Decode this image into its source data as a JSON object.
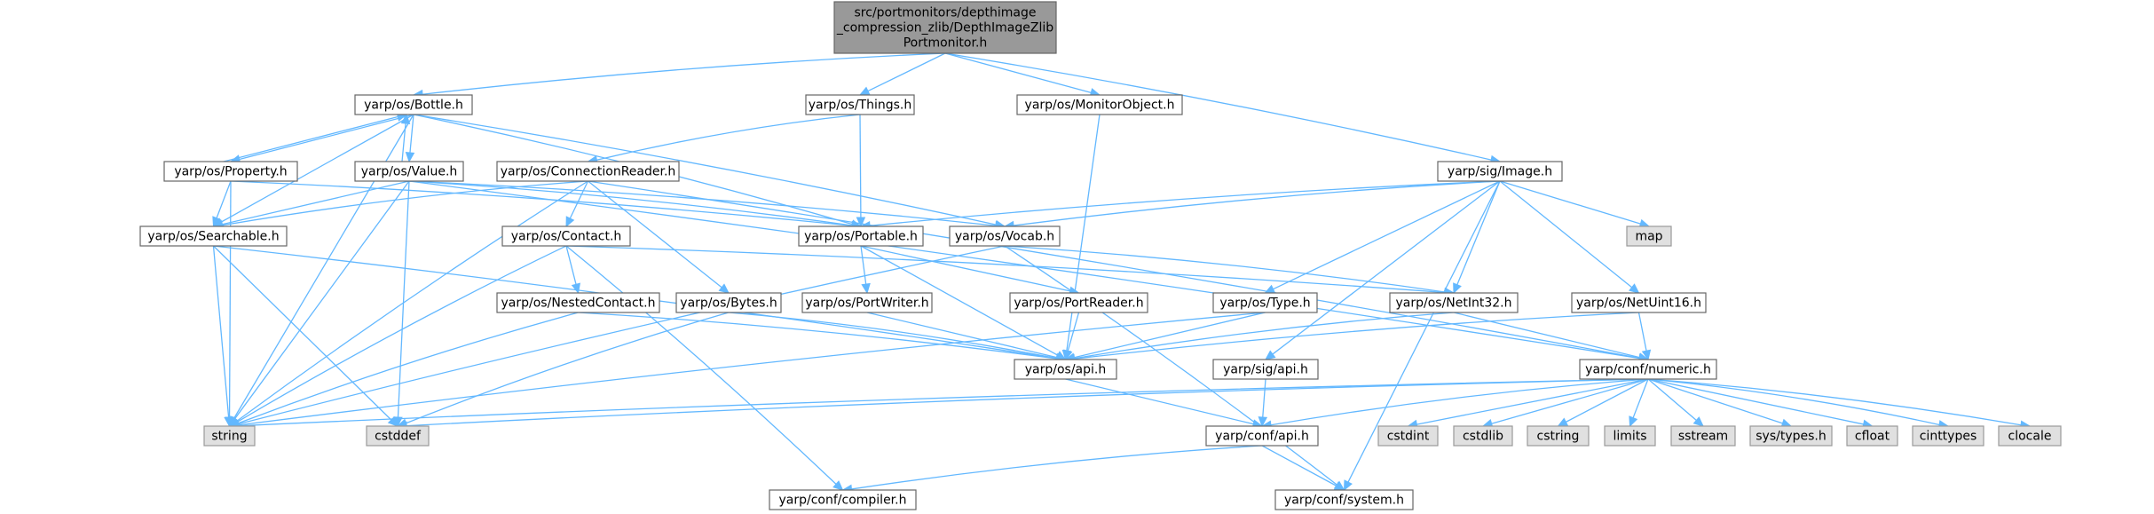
{
  "diagram": {
    "type": "include-dependency-graph",
    "colors": {
      "edge": "#63b8ff",
      "root_fill": "#999999",
      "node_fill": "#ffffff",
      "system_fill": "#e0e0e0",
      "border": "#666666"
    },
    "nodes": [
      {
        "id": "root",
        "lines": [
          "src/portmonitors/depthimage",
          "_compression_zlib/DepthImageZlib",
          "Portmonitor.h"
        ],
        "kind": "root"
      },
      {
        "id": "bottle",
        "lines": [
          "yarp/os/Bottle.h"
        ],
        "kind": "normal"
      },
      {
        "id": "things",
        "lines": [
          "yarp/os/Things.h"
        ],
        "kind": "normal"
      },
      {
        "id": "monitorobject",
        "lines": [
          "yarp/os/MonitorObject.h"
        ],
        "kind": "normal"
      },
      {
        "id": "image",
        "lines": [
          "yarp/sig/Image.h"
        ],
        "kind": "normal"
      },
      {
        "id": "property",
        "lines": [
          "yarp/os/Property.h"
        ],
        "kind": "normal"
      },
      {
        "id": "value",
        "lines": [
          "yarp/os/Value.h"
        ],
        "kind": "normal"
      },
      {
        "id": "connectionreader",
        "lines": [
          "yarp/os/ConnectionReader.h"
        ],
        "kind": "normal"
      },
      {
        "id": "searchable",
        "lines": [
          "yarp/os/Searchable.h"
        ],
        "kind": "normal"
      },
      {
        "id": "contact",
        "lines": [
          "yarp/os/Contact.h"
        ],
        "kind": "normal"
      },
      {
        "id": "portable",
        "lines": [
          "yarp/os/Portable.h"
        ],
        "kind": "normal"
      },
      {
        "id": "vocab",
        "lines": [
          "yarp/os/Vocab.h"
        ],
        "kind": "normal"
      },
      {
        "id": "map",
        "lines": [
          "map"
        ],
        "kind": "system"
      },
      {
        "id": "nestedcontact",
        "lines": [
          "yarp/os/NestedContact.h"
        ],
        "kind": "normal"
      },
      {
        "id": "bytes",
        "lines": [
          "yarp/os/Bytes.h"
        ],
        "kind": "normal"
      },
      {
        "id": "portwriter",
        "lines": [
          "yarp/os/PortWriter.h"
        ],
        "kind": "normal"
      },
      {
        "id": "portreader",
        "lines": [
          "yarp/os/PortReader.h"
        ],
        "kind": "normal"
      },
      {
        "id": "type",
        "lines": [
          "yarp/os/Type.h"
        ],
        "kind": "normal"
      },
      {
        "id": "netint32",
        "lines": [
          "yarp/os/NetInt32.h"
        ],
        "kind": "normal"
      },
      {
        "id": "netuint16",
        "lines": [
          "yarp/os/NetUint16.h"
        ],
        "kind": "normal"
      },
      {
        "id": "osapi",
        "lines": [
          "yarp/os/api.h"
        ],
        "kind": "normal"
      },
      {
        "id": "sigapi",
        "lines": [
          "yarp/sig/api.h"
        ],
        "kind": "normal"
      },
      {
        "id": "numeric",
        "lines": [
          "yarp/conf/numeric.h"
        ],
        "kind": "normal"
      },
      {
        "id": "string",
        "lines": [
          "string"
        ],
        "kind": "system"
      },
      {
        "id": "cstddef",
        "lines": [
          "cstddef"
        ],
        "kind": "system"
      },
      {
        "id": "confapi",
        "lines": [
          "yarp/conf/api.h"
        ],
        "kind": "normal"
      },
      {
        "id": "cstdint",
        "lines": [
          "cstdint"
        ],
        "kind": "system"
      },
      {
        "id": "cstdlib",
        "lines": [
          "cstdlib"
        ],
        "kind": "system"
      },
      {
        "id": "cstring",
        "lines": [
          "cstring"
        ],
        "kind": "system"
      },
      {
        "id": "limits",
        "lines": [
          "limits"
        ],
        "kind": "system"
      },
      {
        "id": "sstream",
        "lines": [
          "sstream"
        ],
        "kind": "system"
      },
      {
        "id": "systypes",
        "lines": [
          "sys/types.h"
        ],
        "kind": "system"
      },
      {
        "id": "cfloat",
        "lines": [
          "cfloat"
        ],
        "kind": "system"
      },
      {
        "id": "cinttypes",
        "lines": [
          "cinttypes"
        ],
        "kind": "system"
      },
      {
        "id": "clocale",
        "lines": [
          "clocale"
        ],
        "kind": "system"
      },
      {
        "id": "compiler",
        "lines": [
          "yarp/conf/compiler.h"
        ],
        "kind": "normal"
      },
      {
        "id": "system",
        "lines": [
          "yarp/conf/system.h"
        ],
        "kind": "normal"
      }
    ],
    "edges": [
      {
        "from": "root",
        "to": "bottle"
      },
      {
        "from": "root",
        "to": "things"
      },
      {
        "from": "root",
        "to": "monitorobject"
      },
      {
        "from": "root",
        "to": "image"
      },
      {
        "from": "bottle",
        "to": "property"
      },
      {
        "from": "bottle",
        "to": "value"
      },
      {
        "from": "bottle",
        "to": "searchable"
      },
      {
        "from": "bottle",
        "to": "portable"
      },
      {
        "from": "bottle",
        "to": "vocab"
      },
      {
        "from": "bottle",
        "to": "string"
      },
      {
        "from": "property",
        "to": "bottle"
      },
      {
        "from": "property",
        "to": "searchable"
      },
      {
        "from": "property",
        "to": "portable"
      },
      {
        "from": "property",
        "to": "string"
      },
      {
        "from": "value",
        "to": "bottle"
      },
      {
        "from": "value",
        "to": "searchable"
      },
      {
        "from": "value",
        "to": "portable"
      },
      {
        "from": "value",
        "to": "vocab"
      },
      {
        "from": "value",
        "to": "numeric"
      },
      {
        "from": "value",
        "to": "cstddef"
      },
      {
        "from": "value",
        "to": "string"
      },
      {
        "from": "things",
        "to": "connectionreader"
      },
      {
        "from": "things",
        "to": "portable"
      },
      {
        "from": "monitorobject",
        "to": "osapi"
      },
      {
        "from": "connectionreader",
        "to": "searchable"
      },
      {
        "from": "connectionreader",
        "to": "contact"
      },
      {
        "from": "connectionreader",
        "to": "bytes"
      },
      {
        "from": "connectionreader",
        "to": "numeric"
      },
      {
        "from": "connectionreader",
        "to": "string"
      },
      {
        "from": "image",
        "to": "portable"
      },
      {
        "from": "image",
        "to": "vocab"
      },
      {
        "from": "image",
        "to": "map"
      },
      {
        "from": "image",
        "to": "type"
      },
      {
        "from": "image",
        "to": "netint32"
      },
      {
        "from": "image",
        "to": "netuint16"
      },
      {
        "from": "image",
        "to": "sigapi"
      },
      {
        "from": "image",
        "to": "system"
      },
      {
        "from": "searchable",
        "to": "osapi"
      },
      {
        "from": "searchable",
        "to": "string"
      },
      {
        "from": "searchable",
        "to": "cstddef"
      },
      {
        "from": "contact",
        "to": "nestedcontact"
      },
      {
        "from": "contact",
        "to": "netint32"
      },
      {
        "from": "contact",
        "to": "string"
      },
      {
        "from": "contact",
        "to": "compiler"
      },
      {
        "from": "portable",
        "to": "portwriter"
      },
      {
        "from": "portable",
        "to": "portreader"
      },
      {
        "from": "portable",
        "to": "osapi"
      },
      {
        "from": "vocab",
        "to": "netint32"
      },
      {
        "from": "vocab",
        "to": "string"
      },
      {
        "from": "vocab",
        "to": "system"
      },
      {
        "from": "nestedcontact",
        "to": "osapi"
      },
      {
        "from": "nestedcontact",
        "to": "string"
      },
      {
        "from": "bytes",
        "to": "osapi"
      },
      {
        "from": "bytes",
        "to": "cstddef"
      },
      {
        "from": "portwriter",
        "to": "osapi"
      },
      {
        "from": "portreader",
        "to": "osapi"
      },
      {
        "from": "type",
        "to": "osapi"
      },
      {
        "from": "type",
        "to": "string"
      },
      {
        "from": "netint32",
        "to": "osapi"
      },
      {
        "from": "netint32",
        "to": "numeric"
      },
      {
        "from": "netuint16",
        "to": "osapi"
      },
      {
        "from": "netuint16",
        "to": "numeric"
      },
      {
        "from": "osapi",
        "to": "confapi"
      },
      {
        "from": "sigapi",
        "to": "confapi"
      },
      {
        "from": "numeric",
        "to": "string"
      },
      {
        "from": "numeric",
        "to": "cstddef"
      },
      {
        "from": "numeric",
        "to": "confapi"
      },
      {
        "from": "numeric",
        "to": "cstdint"
      },
      {
        "from": "numeric",
        "to": "cstdlib"
      },
      {
        "from": "numeric",
        "to": "cstring"
      },
      {
        "from": "numeric",
        "to": "limits"
      },
      {
        "from": "numeric",
        "to": "sstream"
      },
      {
        "from": "numeric",
        "to": "systypes"
      },
      {
        "from": "numeric",
        "to": "cfloat"
      },
      {
        "from": "numeric",
        "to": "cinttypes"
      },
      {
        "from": "numeric",
        "to": "clocale"
      },
      {
        "from": "confapi",
        "to": "compiler"
      },
      {
        "from": "confapi",
        "to": "system"
      }
    ]
  }
}
